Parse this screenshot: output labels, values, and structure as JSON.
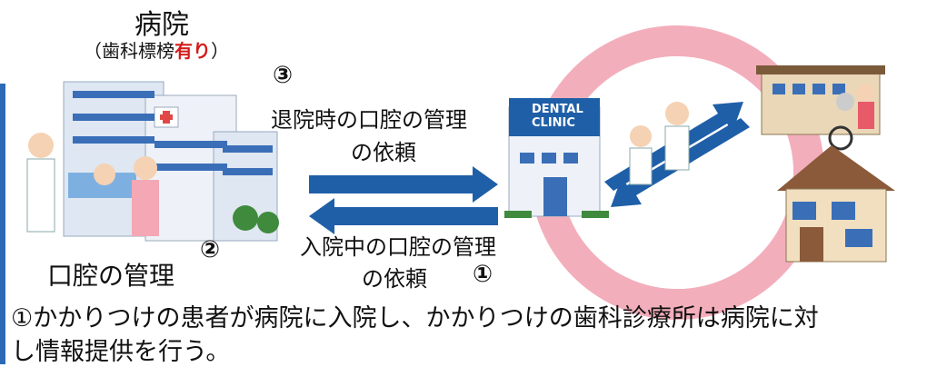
{
  "hospital": {
    "title": "病院",
    "subtitle_before": "（歯科標榜",
    "subtitle_highlight": "有り",
    "subtitle_after": "）"
  },
  "clinic": {
    "sign_line1": "DENTAL",
    "sign_line2": "CLINIC"
  },
  "steps": {
    "num3": "③",
    "discharge_line1": "退院時の口腔の管理",
    "discharge_line2": "の依頼",
    "num2": "②",
    "oral_care": "口腔の管理",
    "admit_line1": "入院中の口腔の管理",
    "admit_line2": "の依頼",
    "num1": "①"
  },
  "caption": {
    "line1": "①かかりつけの患者が病院に入院し、かかりつけの歯科診療所は病院に対",
    "line2": "し情報提供を行う。"
  },
  "colors": {
    "arrow": "#1f5fa8",
    "ring": "#f2a5b4",
    "highlight": "#d31b1b",
    "accent_bar": "#2b6ab5"
  }
}
